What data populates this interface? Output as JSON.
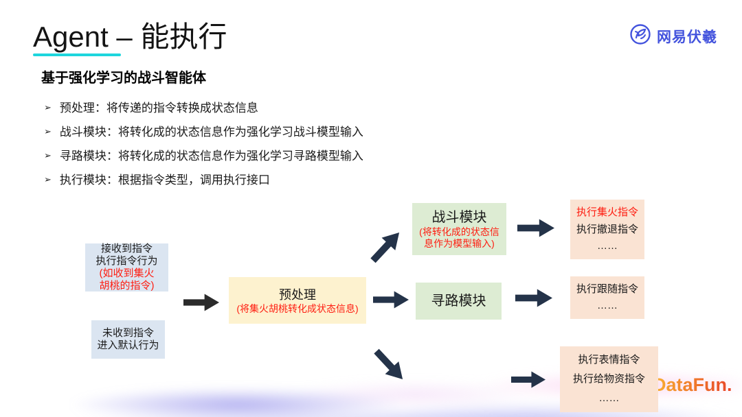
{
  "slide": {
    "title_en": "Agent",
    "title_rest": " – 能执行",
    "subtitle": "基于强化学习的战斗智能体",
    "bullet_marker": "➢",
    "bullets": [
      "预处理：将传递的指令转换成状态信息",
      "战斗模块：将转化成的状态信息作为强化学习战斗模型输入",
      "寻路模块：将转化成的状态信息作为强化学习寻路模型输入",
      "执行模块：根据指令类型，调用执行接口"
    ]
  },
  "logo": {
    "brand": "网易伏羲"
  },
  "footer": {
    "brand": "DataFun."
  },
  "colors": {
    "accent_teal": "#1dd6dd",
    "brand_blue": "#4353dd",
    "arrow_navy": "#243349",
    "arrow_black": "#2b2b2b",
    "red_text": "#fe1d11",
    "box_blue": "#dbe5f1",
    "box_yellow": "#fdf2cf",
    "box_green": "#ddecd3",
    "box_pink": "#fae3d3",
    "datafun_orange": "#f07f2a"
  },
  "diagram": {
    "input_received": {
      "line1": "接收到指令",
      "line2": "执行指令行为",
      "red1": "(如收到集火",
      "red2": "胡桃的指令)"
    },
    "input_none": {
      "line1": "未收到指令",
      "line2": "进入默认行为"
    },
    "preprocess": {
      "title": "预处理",
      "note": "(将集火胡桃转化成状态信息)"
    },
    "battle": {
      "title": "战斗模块",
      "note1": "(将转化成的状态信",
      "note2": "息作为模型输入)"
    },
    "pathfind": {
      "title": "寻路模块"
    },
    "out_battle": {
      "red1": "执行集火指令",
      "line2": "执行撤退指令",
      "ellipsis": "……"
    },
    "out_path": {
      "line1": "执行跟随指令",
      "ellipsis": "……"
    },
    "out_misc": {
      "line1": "执行表情指令",
      "line2": "执行给物资指令",
      "ellipsis": "……"
    }
  }
}
